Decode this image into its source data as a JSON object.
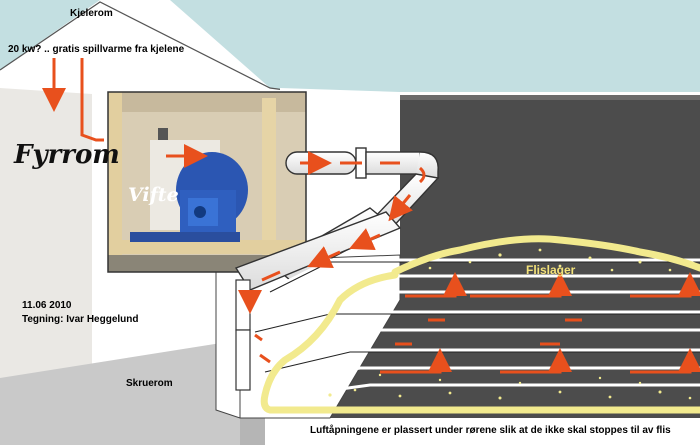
{
  "labels": {
    "kjelerom": "Kjelerom",
    "heat": "20 kw?  .. gratis spillvarme fra kjelene",
    "fyrrom": "Fyrrom",
    "vifte": "Vifte",
    "date": "11.06 2010",
    "drawing": "Tegning: Ivar Heggelund",
    "skruerom": "Skruerom",
    "flislager": "Flislager",
    "note": "Luftåpningene er plassert under rørene slik at de ikke skal stoppes til av flis"
  },
  "colors": {
    "sky": "#c3dfe1",
    "wall": "#eae8e4",
    "floor": "#c9c9c9",
    "chamber": "#4c4c4c",
    "arrow": "#e8501d",
    "chips": "#f2ea8e"
  }
}
